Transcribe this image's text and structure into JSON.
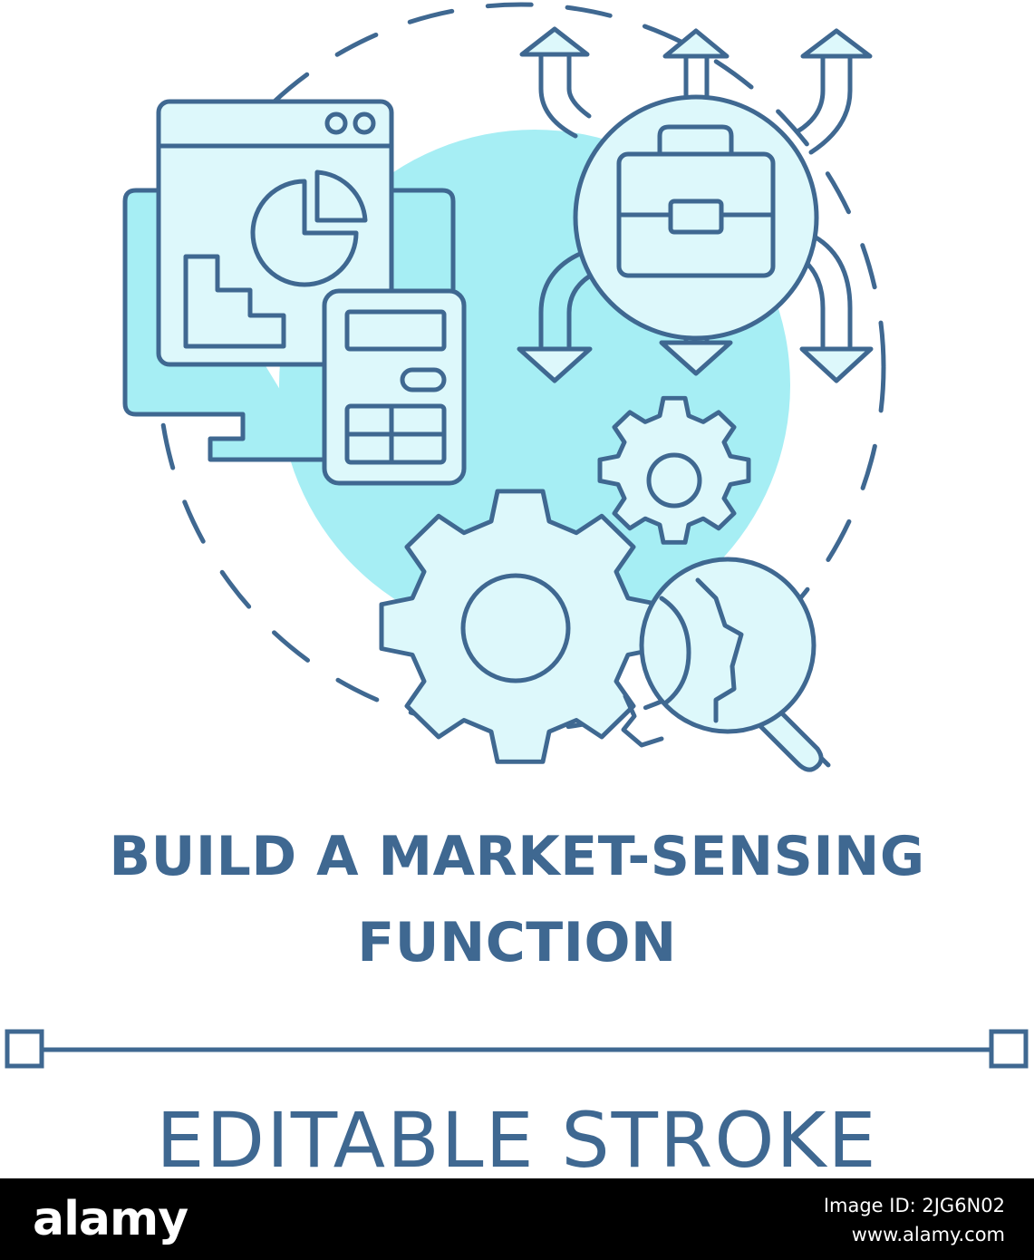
{
  "colors": {
    "stroke": "#3f6891",
    "fill": "#a6eef4",
    "light_fill": "#ddf8fb",
    "background": "#ffffff",
    "footer": "#000000"
  },
  "icons": [
    "dashboard-monitor-icon",
    "pie-chart-icon",
    "bar-chart-icon",
    "calculator-icon",
    "briefcase-network-icon",
    "gear-icon",
    "magnifier-gear-icon"
  ],
  "title": {
    "line1": "BUILD A MARKET-SENSING",
    "line2": "FUNCTION"
  },
  "subtitle": "EDITABLE STROKE",
  "footer": {
    "logo": "alamy",
    "image_id_label": "Image ID: 2JG6N02",
    "site": "www.alamy.com"
  }
}
